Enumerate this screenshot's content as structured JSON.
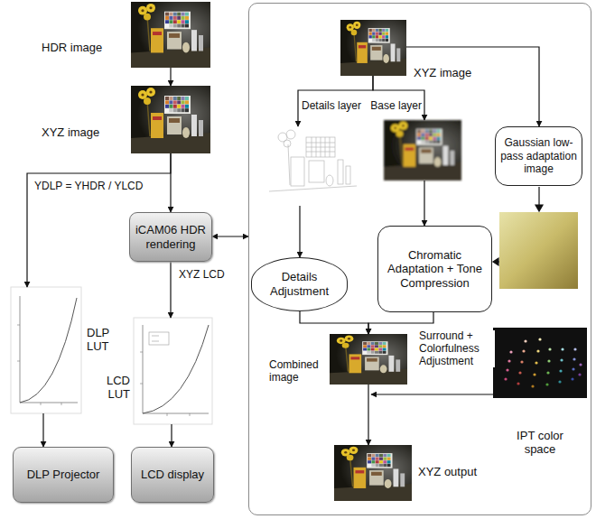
{
  "diagram": {
    "nodes": [
      {
        "text": [
          "HDR image"
        ]
      },
      {
        "text": [
          "XYZ image"
        ]
      },
      {
        "text": [
          "iCAM06 HDR rendering"
        ]
      },
      {
        "text": [
          "DLP LUT"
        ]
      },
      {
        "text": [
          "LCD LUT"
        ]
      },
      {
        "text": [
          "DLP Projector"
        ]
      },
      {
        "text": [
          "LCD display"
        ]
      },
      {
        "text": []
      },
      {
        "text": [
          "XYZ image"
        ],
        "in": 7
      },
      {
        "text": [
          "Details layer"
        ],
        "in": 7
      },
      {
        "text": [
          "Base layer"
        ],
        "in": 7
      },
      {
        "text": [
          "Gaussian low-pass adaptation image"
        ],
        "in": 7
      },
      {
        "text": [
          "Details Adjustment"
        ],
        "in": 7
      },
      {
        "text": [
          "Chromatic Adaptation + Tone Compression"
        ],
        "in": 7
      },
      {
        "text": [
          "Combined image"
        ],
        "in": 7
      },
      {
        "text": [
          "IPT color space"
        ],
        "in": 7
      },
      {
        "text": [
          "XYZ output"
        ],
        "in": 7
      }
    ],
    "edges": [
      {
        "from": 0,
        "to": 1,
        "arrow": "to"
      },
      {
        "from": 1,
        "to": 3,
        "label": "YDLP = YHDR / YLCD",
        "arrow": "to"
      },
      {
        "from": 1,
        "to": 2,
        "arrow": "to"
      },
      {
        "from": 2,
        "to": 7,
        "arrow": "both"
      },
      {
        "from": 2,
        "to": 4,
        "label": "XYZ LCD",
        "arrow": "to"
      },
      {
        "from": 3,
        "to": 5,
        "arrow": "to"
      },
      {
        "from": 4,
        "to": 6,
        "arrow": "to"
      },
      {
        "from": 8,
        "to": 9,
        "arrow": "to"
      },
      {
        "from": 8,
        "to": 10,
        "arrow": "to"
      },
      {
        "from": 8,
        "to": 11,
        "arrow": "to"
      },
      {
        "from": 9,
        "to": 12,
        "arrow": "to"
      },
      {
        "from": 10,
        "to": 13,
        "arrow": "to"
      },
      {
        "from": 12,
        "to": 14,
        "arrow": "to"
      },
      {
        "from": 13,
        "to": 14,
        "arrow": "to"
      },
      {
        "from": 14,
        "to": 16,
        "label": "Surround + Colorfulness Adjustment",
        "arrow": "to"
      },
      {
        "from": 15,
        "to": 16,
        "arrow": "to"
      }
    ]
  }
}
